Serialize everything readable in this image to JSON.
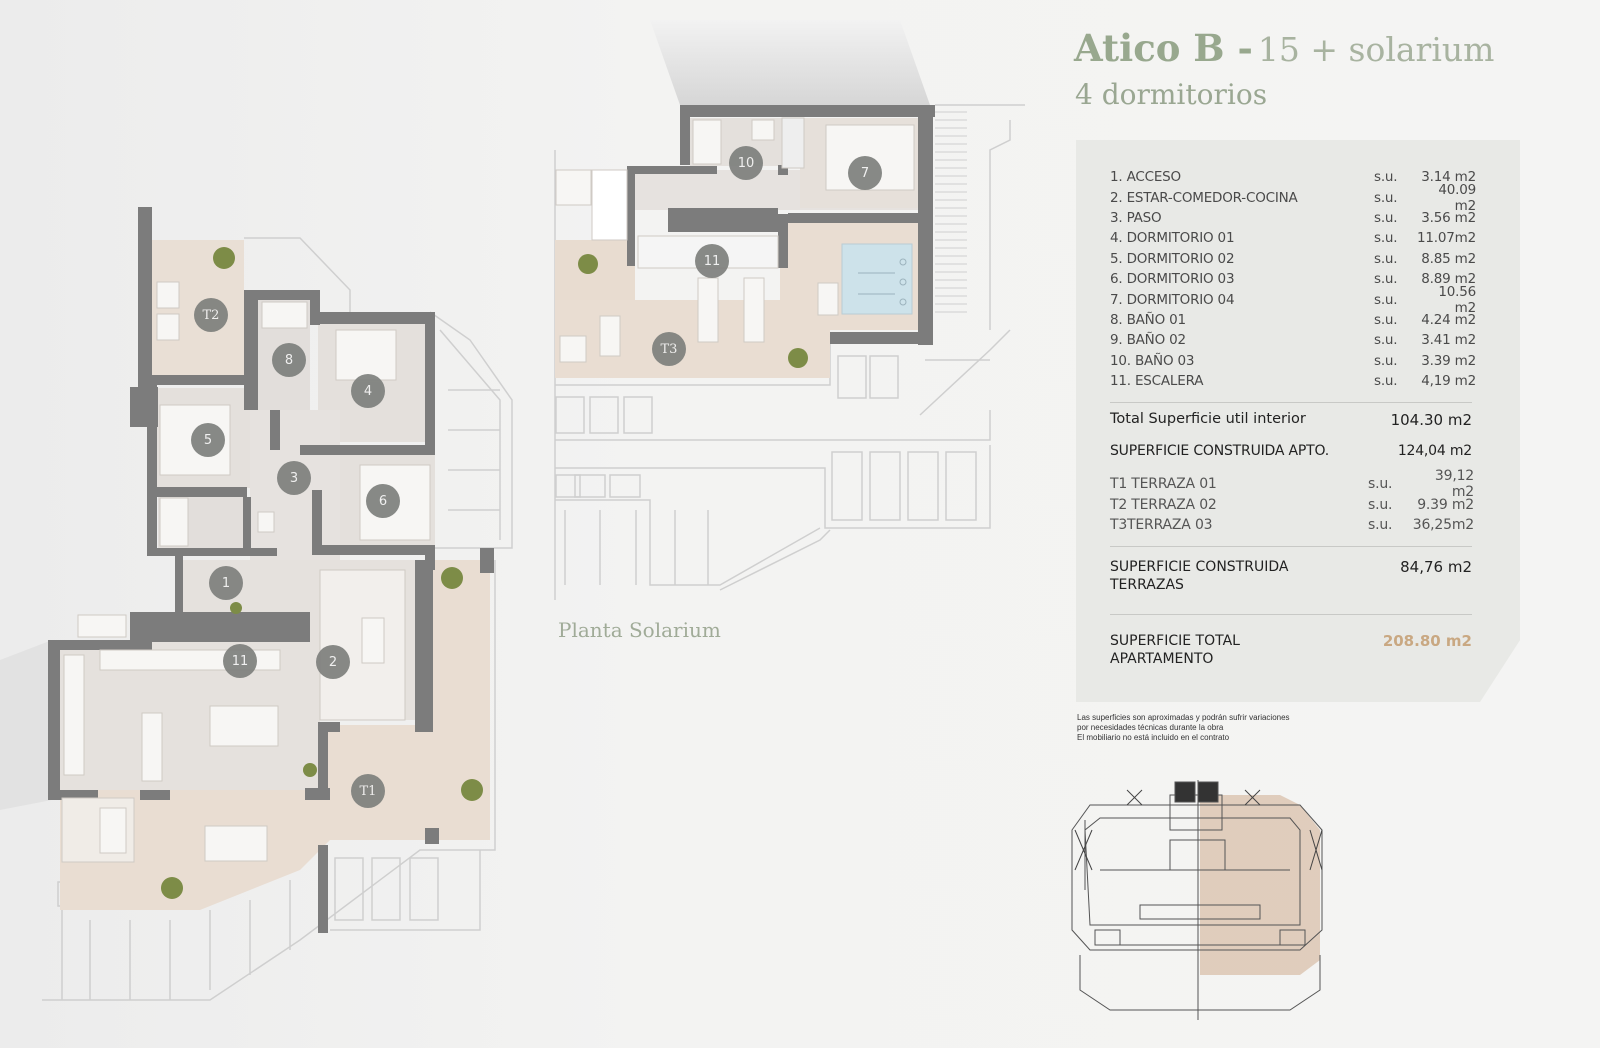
{
  "header": {
    "title_bold": "Atico B -",
    "title_light": "15 + solarium",
    "subtitle": "4 dormitorios"
  },
  "rooms": [
    {
      "name": "1. ACCESO",
      "su": "s.u.",
      "area": "3.14 m2"
    },
    {
      "name": "2. ESTAR-COMEDOR-COCINA",
      "su": "s.u.",
      "area": "40.09 m2"
    },
    {
      "name": "3. PASO",
      "su": "s.u.",
      "area": "3.56 m2"
    },
    {
      "name": "4. DORMITORIO 01",
      "su": "s.u.",
      "area": "11.07m2"
    },
    {
      "name": "5. DORMITORIO 02",
      "su": "s.u.",
      "area": "8.85  m2"
    },
    {
      "name": "6. DORMITORIO 03",
      "su": "s.u.",
      "area": "8.89  m2"
    },
    {
      "name": "7. DORMITORIO 04",
      "su": "s.u.",
      "area": "10.56 m2"
    },
    {
      "name": "8. BAÑO 01",
      "su": "s.u.",
      "area": "4.24 m2"
    },
    {
      "name": "9. BAÑO 02",
      "su": "s.u.",
      "area": "3.41 m2"
    },
    {
      "name": "10. BAÑO 03",
      "su": "s.u.",
      "area": "3.39 m2"
    },
    {
      "name": "11. ESCALERA",
      "su": "s.u.",
      "area": "4,19 m2"
    }
  ],
  "totals": {
    "util_label": "Total Superficie util interior",
    "util_value": "104.30 m2",
    "construida_label": "SUPERFICIE CONSTRUIDA APTO.",
    "construida_value": "124,04 m2"
  },
  "terraces": [
    {
      "name": "T1 TERRAZA 01",
      "su": "s.u.",
      "area": "39,12 m2"
    },
    {
      "name": "T2 TERRAZA 02",
      "su": "s.u.",
      "area": "9.39 m2"
    },
    {
      "name": "T3TERRAZA 03",
      "su": "s.u.",
      "area": "36,25m2"
    }
  ],
  "terrazas_total": {
    "label_line1": "SUPERFICIE CONSTRUIDA",
    "label_line2": "TERRAZAS",
    "value": "84,76 m2"
  },
  "apartment_total": {
    "label_line1": "SUPERFICIE TOTAL",
    "label_line2": "APARTAMENTO",
    "value": "208.80 m2",
    "accent_color": "#c9a882"
  },
  "footnote": {
    "line1": "Las superficies son aproximadas y podrán sufrir variaciones",
    "line2": "por necesidades técnicas durante la obra",
    "line3": "El mobiliario no está incluido en el contrato"
  },
  "plans": {
    "solarium_label": "Planta Solarium",
    "markers_main": [
      "T2",
      "8",
      "4",
      "5",
      "3",
      "6",
      "1",
      "11",
      "2",
      "T1"
    ],
    "markers_solarium": [
      "10",
      "7",
      "11",
      "T3"
    ]
  }
}
